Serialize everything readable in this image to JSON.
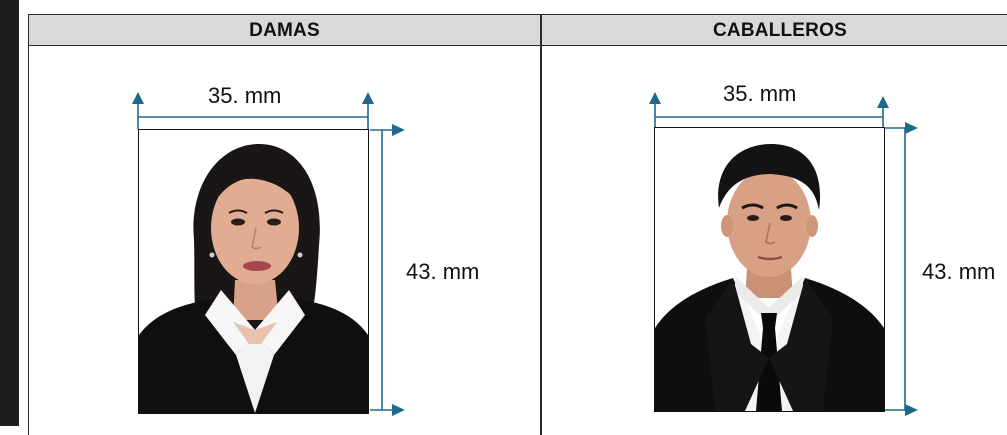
{
  "sections": [
    {
      "title": "DAMAS",
      "width_label": "35. mm",
      "height_label": "43. mm",
      "photo": "woman-id-photo"
    },
    {
      "title": "CABALLEROS",
      "width_label": "35. mm",
      "height_label": "43. mm",
      "photo": "man-id-photo"
    }
  ],
  "colors": {
    "arrow": "#1f6a8c",
    "header": "#d9d9d9",
    "border": "#2b2b2b"
  }
}
